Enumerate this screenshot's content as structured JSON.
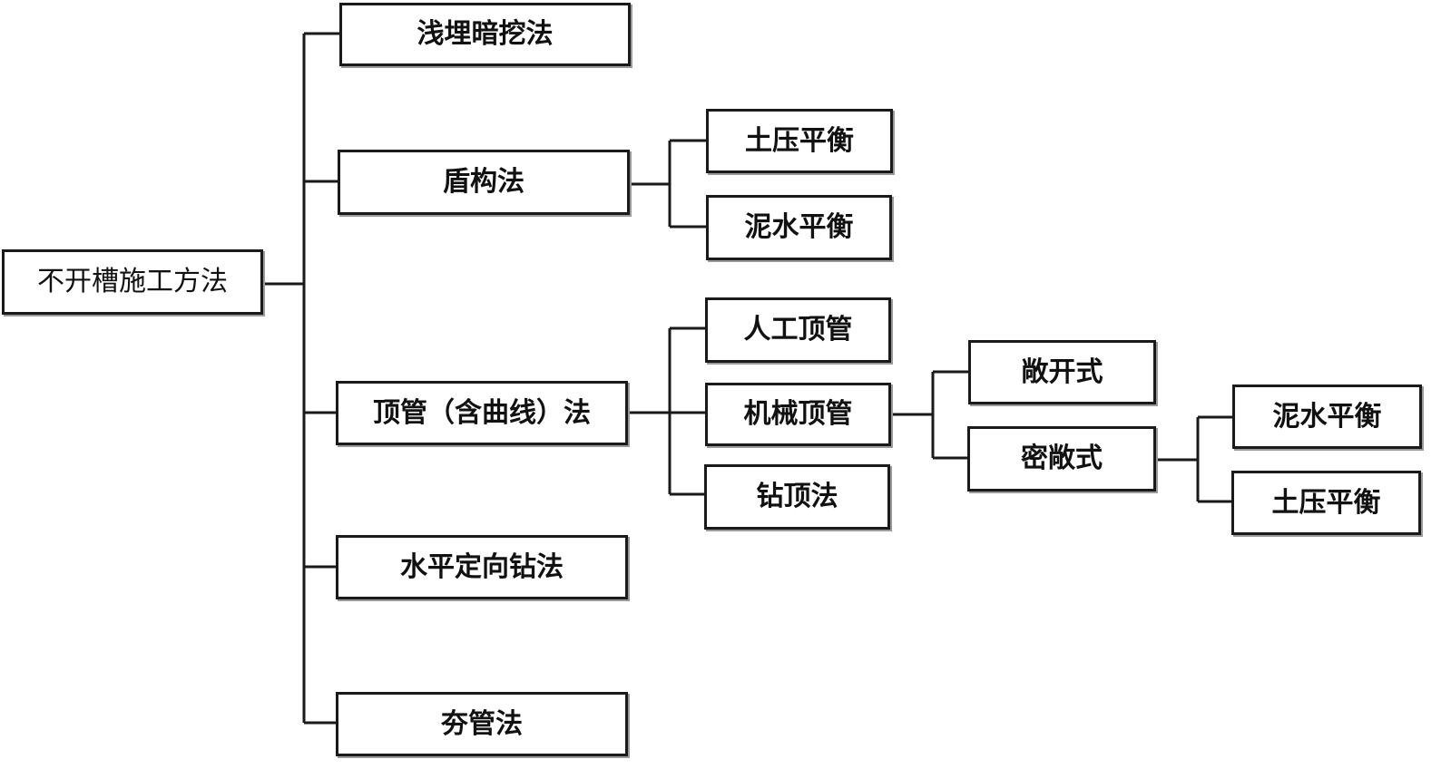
{
  "diagram": {
    "root": "不开槽施工方法",
    "methods": {
      "shallow": "浅埋暗挖法",
      "shield": "盾构法",
      "pipe_jacking": "顶管（含曲线）法",
      "hdd": "水平定向钻法",
      "ramming": "夯管法"
    },
    "shield_types": {
      "earth_pressure": "土压平衡",
      "slurry": "泥水平衡"
    },
    "jacking_types": {
      "manual": "人工顶管",
      "mechanical": "机械顶管",
      "auger": "钻顶法"
    },
    "mechanical_types": {
      "open": "敞开式",
      "closed": "密敞式"
    },
    "closed_types": {
      "slurry": "泥水平衡",
      "earth_pressure": "土压平衡"
    }
  }
}
